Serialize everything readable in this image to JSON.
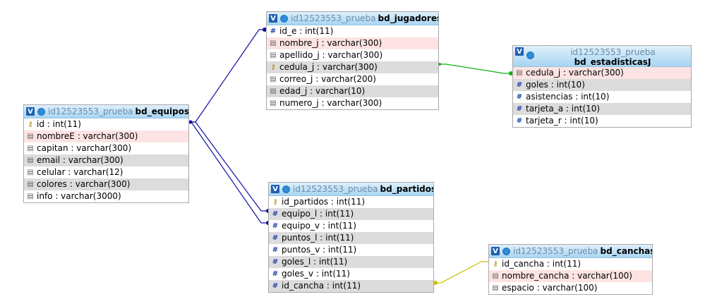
{
  "colors": {
    "relation_blue": "#1010a0",
    "relation_green": "#10b010",
    "relation_yellow": "#c8c000"
  },
  "tables": {
    "jugadores": {
      "db": "id12523553_prueba",
      "name": "bd_jugadores",
      "fields": [
        {
          "text": "id_e : int(11)",
          "icon": "hash-icon",
          "bg": "white"
        },
        {
          "text": "nombre_j : varchar(300)",
          "icon": "text-icon",
          "bg": "pink"
        },
        {
          "text": "apellido_j : varchar(300)",
          "icon": "text-icon",
          "bg": "white"
        },
        {
          "text": "cedula_j : varchar(300)",
          "icon": "key-icon",
          "bg": "grey"
        },
        {
          "text": "correo_j : varchar(200)",
          "icon": "text-icon",
          "bg": "white"
        },
        {
          "text": "edad_j : varchar(10)",
          "icon": "text-icon",
          "bg": "grey"
        },
        {
          "text": "numero_j : varchar(300)",
          "icon": "text-icon",
          "bg": "white"
        }
      ]
    },
    "estadisticas": {
      "db": "id12523553_prueba",
      "name": "bd_estadisticasJ",
      "fields": [
        {
          "text": "cedula_j : varchar(300)",
          "icon": "text-icon",
          "bg": "pink"
        },
        {
          "text": "goles : int(10)",
          "icon": "hash-icon",
          "bg": "grey"
        },
        {
          "text": "asistencias : int(10)",
          "icon": "hash-icon",
          "bg": "white"
        },
        {
          "text": "tarjeta_a : int(10)",
          "icon": "hash-icon",
          "bg": "grey"
        },
        {
          "text": "tarjeta_r : int(10)",
          "icon": "hash-icon",
          "bg": "white"
        }
      ]
    },
    "equipos": {
      "db": "id12523553_prueba",
      "name": "bd_equipos",
      "fields": [
        {
          "text": "id : int(11)",
          "icon": "key-icon",
          "bg": "white"
        },
        {
          "text": "nombreE : varchar(300)",
          "icon": "text-icon",
          "bg": "pink"
        },
        {
          "text": "capitan : varchar(300)",
          "icon": "text-icon",
          "bg": "white"
        },
        {
          "text": "email : varchar(300)",
          "icon": "text-icon",
          "bg": "grey"
        },
        {
          "text": "celular : varchar(12)",
          "icon": "text-icon",
          "bg": "white"
        },
        {
          "text": "colores : varchar(300)",
          "icon": "text-icon",
          "bg": "grey"
        },
        {
          "text": "info : varchar(3000)",
          "icon": "text-icon",
          "bg": "white"
        }
      ]
    },
    "partidos": {
      "db": "id12523553_prueba",
      "name": "bd_partidos",
      "fields": [
        {
          "text": "id_partidos : int(11)",
          "icon": "key-icon",
          "bg": "white"
        },
        {
          "text": "equipo_l : int(11)",
          "icon": "hash-icon",
          "bg": "grey"
        },
        {
          "text": "equipo_v : int(11)",
          "icon": "hash-icon",
          "bg": "white"
        },
        {
          "text": "puntos_l : int(11)",
          "icon": "hash-icon",
          "bg": "grey"
        },
        {
          "text": "puntos_v : int(11)",
          "icon": "hash-icon",
          "bg": "white"
        },
        {
          "text": "goles_l : int(11)",
          "icon": "hash-icon",
          "bg": "grey"
        },
        {
          "text": "goles_v : int(11)",
          "icon": "hash-icon",
          "bg": "white"
        },
        {
          "text": "id_cancha : int(11)",
          "icon": "hash-icon",
          "bg": "grey"
        }
      ]
    },
    "canchas": {
      "db": "id12523553_prueba",
      "name": "bd_canchas",
      "fields": [
        {
          "text": "id_cancha : int(11)",
          "icon": "key-icon",
          "bg": "white"
        },
        {
          "text": "nombre_cancha : varchar(100)",
          "icon": "text-icon",
          "bg": "pink"
        },
        {
          "text": "espacio : varchar(100)",
          "icon": "text-icon",
          "bg": "white"
        }
      ]
    }
  }
}
